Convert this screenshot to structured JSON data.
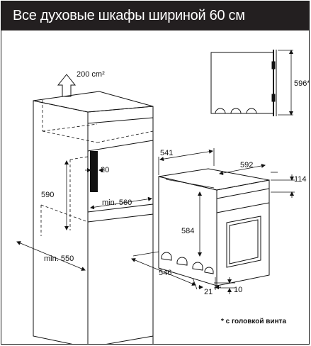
{
  "header": {
    "title": "Все духовые шкафы шириной 60 см"
  },
  "labels": {
    "vent_area": "200 cm²",
    "depth_outer": "541",
    "width_oven": "592",
    "top_height": "114",
    "gap_20": "20",
    "niche_height": "590",
    "niche_width_min": "min. 560",
    "oven_height": "584",
    "niche_depth_min": "min. 550",
    "depth_546": "546",
    "dim_21": "21",
    "dim_10": "10",
    "side_height": "596*"
  },
  "footnote": {
    "text": "* с головкой винта"
  },
  "colors": {
    "header_bg": "#231f20",
    "header_text": "#ffffff",
    "line": "#111111",
    "accent_strip": "#111111"
  },
  "icons": {
    "vent_arrow": "arrow-up-icon"
  }
}
